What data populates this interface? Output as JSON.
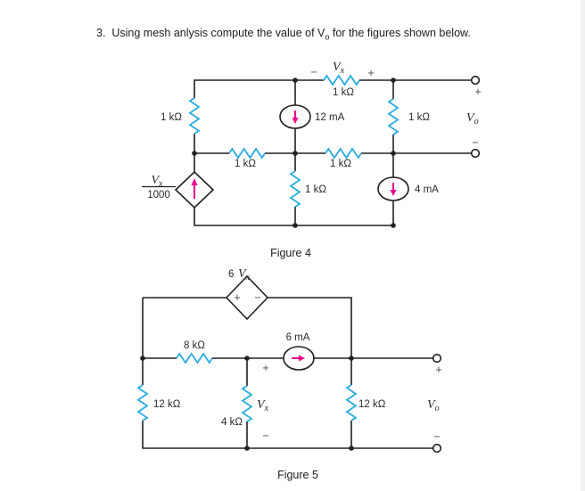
{
  "page": {
    "title_prefix": "3.  Using mesh anlysis compute the value of V",
    "title_sub": "o",
    "title_suffix": " for the figures shown below."
  },
  "colors": {
    "resistor": "#29abe2",
    "arrow": "#ec008c",
    "wire": "#231f20"
  },
  "figure4": {
    "caption": "Figure 4",
    "resistors": {
      "left": "1 kΩ",
      "top": "1 kΩ",
      "mid_left": "1 kΩ",
      "mid_right": "1 kΩ",
      "center": "1 kΩ",
      "right": "1 kΩ"
    },
    "sources": {
      "cs12": "12 mA",
      "cs4": "4 mA",
      "dep_num_main": "V",
      "dep_num_sub": "x",
      "dep_den": "1000"
    },
    "vx": {
      "minus": "−",
      "main": "V",
      "sub": "x",
      "plus": "+"
    },
    "vo": {
      "plus": "+",
      "main": "V",
      "sub": "o",
      "minus": "−"
    }
  },
  "figure5": {
    "caption": "Figure 5",
    "dep": {
      "coef": "6",
      "main": "V",
      "sub": "x",
      "plus": "+",
      "minus": "−"
    },
    "resistors": {
      "r8k": "8 kΩ",
      "r12k_left": "12 kΩ",
      "r4k": "4 kΩ",
      "r12k_right": "12 kΩ"
    },
    "sources": {
      "cs6": "6 mA"
    },
    "vx": {
      "plus": "+",
      "main": "V",
      "sub": "x",
      "minus": "−"
    },
    "vo": {
      "plus": "+",
      "main": "V",
      "sub": "o",
      "minus": "−"
    }
  }
}
